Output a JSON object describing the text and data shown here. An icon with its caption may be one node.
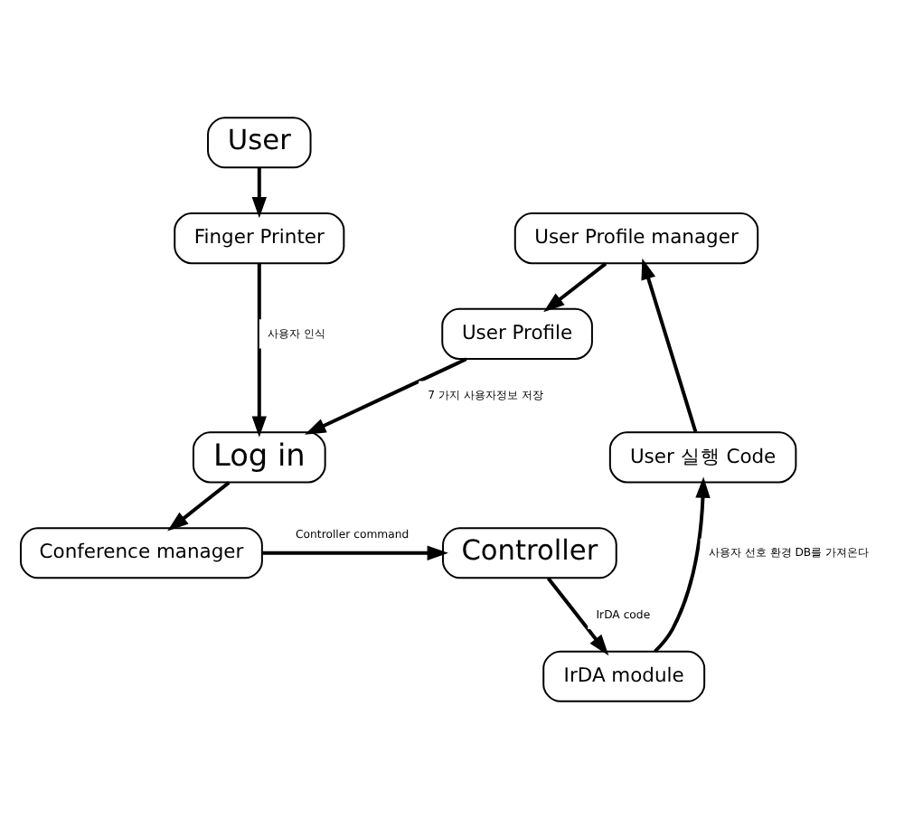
{
  "diagram": {
    "nodes": [
      {
        "text": [
          "User"
        ]
      },
      {
        "text": [
          "Finger Printer"
        ]
      },
      {
        "text": [
          "User Profile manager"
        ]
      },
      {
        "text": [
          "User Profile"
        ]
      },
      {
        "text": [
          "Log in"
        ]
      },
      {
        "text": [
          "User 실행 Code"
        ]
      },
      {
        "text": [
          "Conference manager"
        ]
      },
      {
        "text": [
          "Controller"
        ]
      },
      {
        "text": [
          "IrDA module"
        ]
      }
    ],
    "edges": [
      {
        "from": 0,
        "to": 1,
        "arrow": "to"
      },
      {
        "from": 1,
        "to": 4,
        "arrow": "to",
        "label": "사용자 인식"
      },
      {
        "from": 4,
        "to": 6,
        "arrow": "to"
      },
      {
        "from": 3,
        "to": 4,
        "arrow": "to",
        "label": "7 가지 사용자정보 저장"
      },
      {
        "from": 6,
        "to": 7,
        "arrow": "to",
        "label": "Controller command"
      },
      {
        "from": 7,
        "to": 8,
        "arrow": "to",
        "label": "IrDA code"
      },
      {
        "from": 8,
        "to": 5,
        "arrow": "to",
        "label": "사용자 선호 환경 DB를 가져온다"
      },
      {
        "from": 5,
        "to": 2,
        "arrow": "to"
      },
      {
        "from": 2,
        "to": 3,
        "arrow": "to"
      }
    ]
  }
}
